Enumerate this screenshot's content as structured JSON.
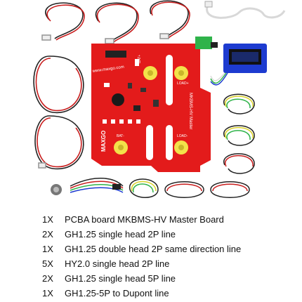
{
  "photo": {
    "brand": "www.maxgo.com",
    "logo": "MAXGO",
    "board_title": "MKBMS-HV Master",
    "labels": {
      "bat_plus": "BAT+",
      "bat_minus": "BAT-",
      "load_plus": "LOAD+",
      "load_minus": "LOAD-"
    },
    "colors": {
      "board": "#e31b1b",
      "terminal": "#f3e24a",
      "screen": "#1d3bd0",
      "connector": "#2fb34a"
    }
  },
  "items": [
    {
      "qty": "1X",
      "desc": "PCBA board MKBMS-HV Master Board"
    },
    {
      "qty": "2X",
      "desc": "GH1.25 single head 2P line"
    },
    {
      "qty": "1X",
      "desc": "GH1.25 double head 2P same direction line"
    },
    {
      "qty": "5X",
      "desc": "HY2.0 single head 2P line"
    },
    {
      "qty": "2X",
      "desc": "GH1.25 single head 5P line"
    },
    {
      "qty": "1X",
      "desc": "GH1.25-5P to Dupont line"
    }
  ]
}
